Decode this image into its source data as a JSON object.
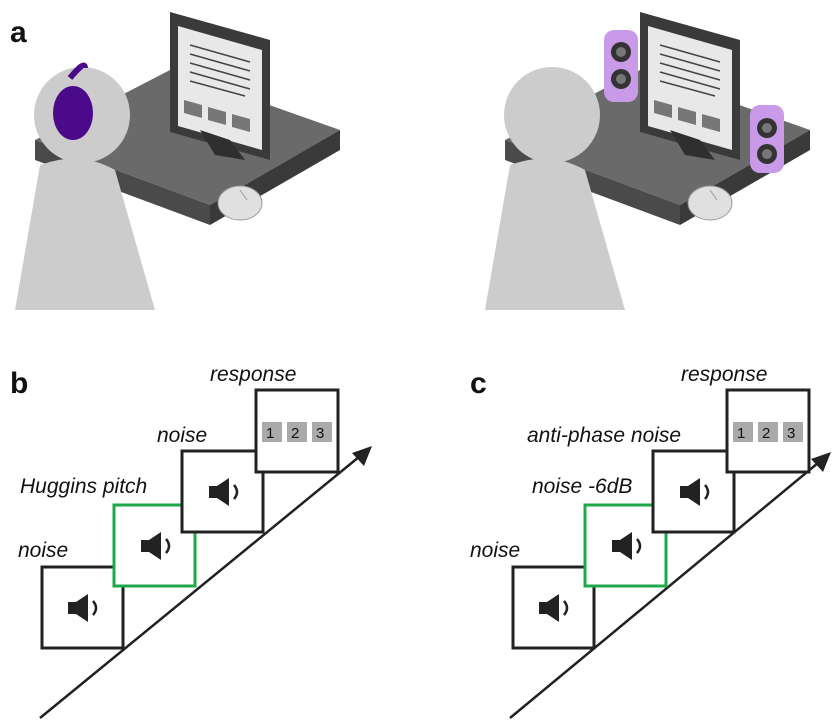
{
  "panels": {
    "a": {
      "letter": "a"
    },
    "b": {
      "letter": "b",
      "steps": [
        {
          "label": "noise",
          "highlight": false
        },
        {
          "label": "Huggins pitch",
          "highlight": true
        },
        {
          "label": "noise",
          "highlight": false
        },
        {
          "label": "response",
          "highlight": false,
          "keys": [
            "1",
            "2",
            "3"
          ]
        }
      ]
    },
    "c": {
      "letter": "c",
      "steps": [
        {
          "label": "noise",
          "highlight": false
        },
        {
          "label": "noise -6dB",
          "highlight": true
        },
        {
          "label": "anti-phase noise",
          "highlight": false
        },
        {
          "label": "response",
          "highlight": false,
          "keys": [
            "1",
            "2",
            "3"
          ]
        }
      ]
    }
  },
  "colors": {
    "highlight": "#1fa84a",
    "headphones": "#4b0a8a",
    "speaker": "#c99ae8",
    "figure": "#cccccc",
    "desk": "#555555",
    "box": "#222222"
  },
  "icons": {
    "step_icon": "speaker-icon",
    "person_a_device": "headphones-icon",
    "person_b_device": "loudspeakers-icon"
  }
}
